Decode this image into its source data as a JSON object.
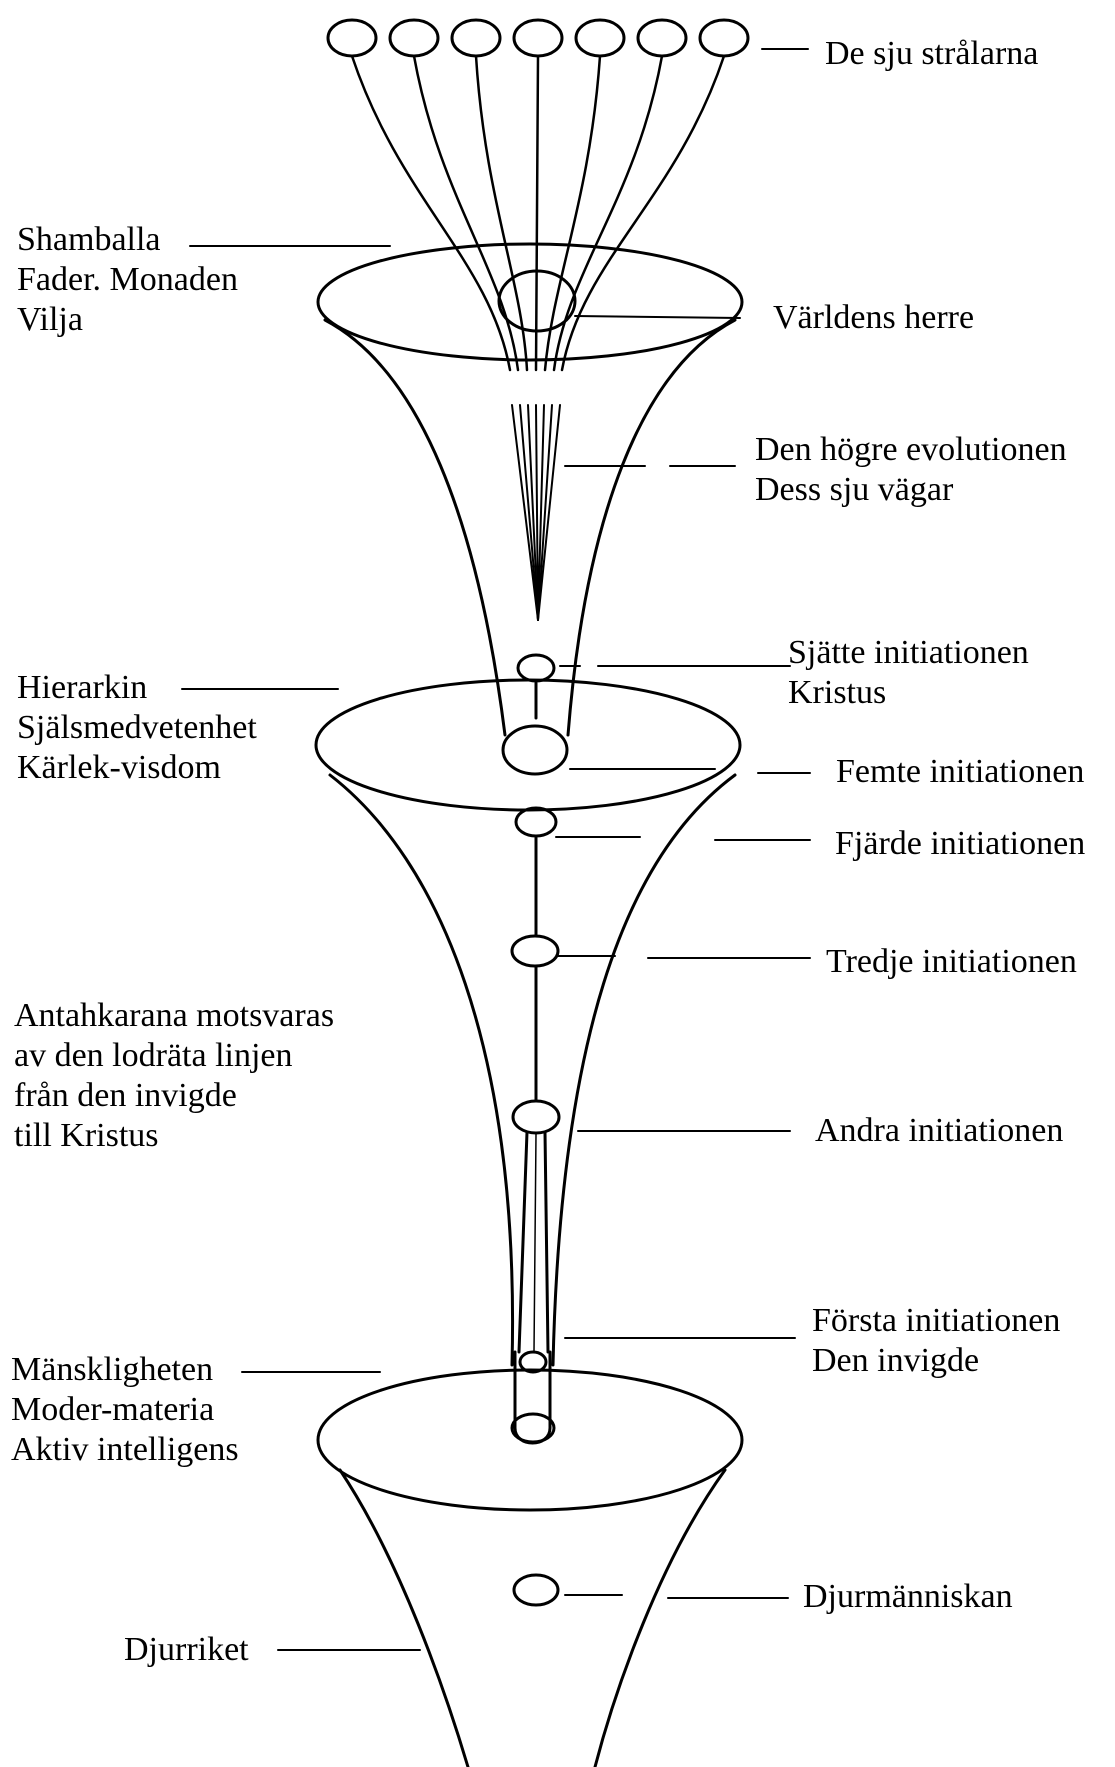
{
  "labels": {
    "rays": "De sju strålarna",
    "shamballa": [
      "Shamballa",
      "Fader. Monaden",
      "Vilja"
    ],
    "lord": "Världens herre",
    "higher": [
      "Den högre evolutionen",
      "Dess sju vägar"
    ],
    "sixth": [
      "Sjätte initiationen",
      "Kristus"
    ],
    "hierarchy": [
      "Hierarkin",
      "Själsmedvetenhet",
      "Kärlek-visdom"
    ],
    "fifth": "Femte initiationen",
    "fourth": "Fjärde initiationen",
    "third": "Tredje initiationen",
    "antahkarana": [
      "Antahkarana motsvaras",
      "av den lodräta linjen",
      "från den invigde",
      "till Kristus"
    ],
    "second": "Andra initiationen",
    "first": [
      "Första initiationen",
      "Den invigde"
    ],
    "humanity": [
      "Mänskligheten",
      "Moder-materia",
      "Aktiv intelligens"
    ],
    "animalman": "Djurmänniskan",
    "animal": "Djurriket"
  },
  "colors": {
    "ink": "#000000",
    "paper": "#ffffff"
  }
}
